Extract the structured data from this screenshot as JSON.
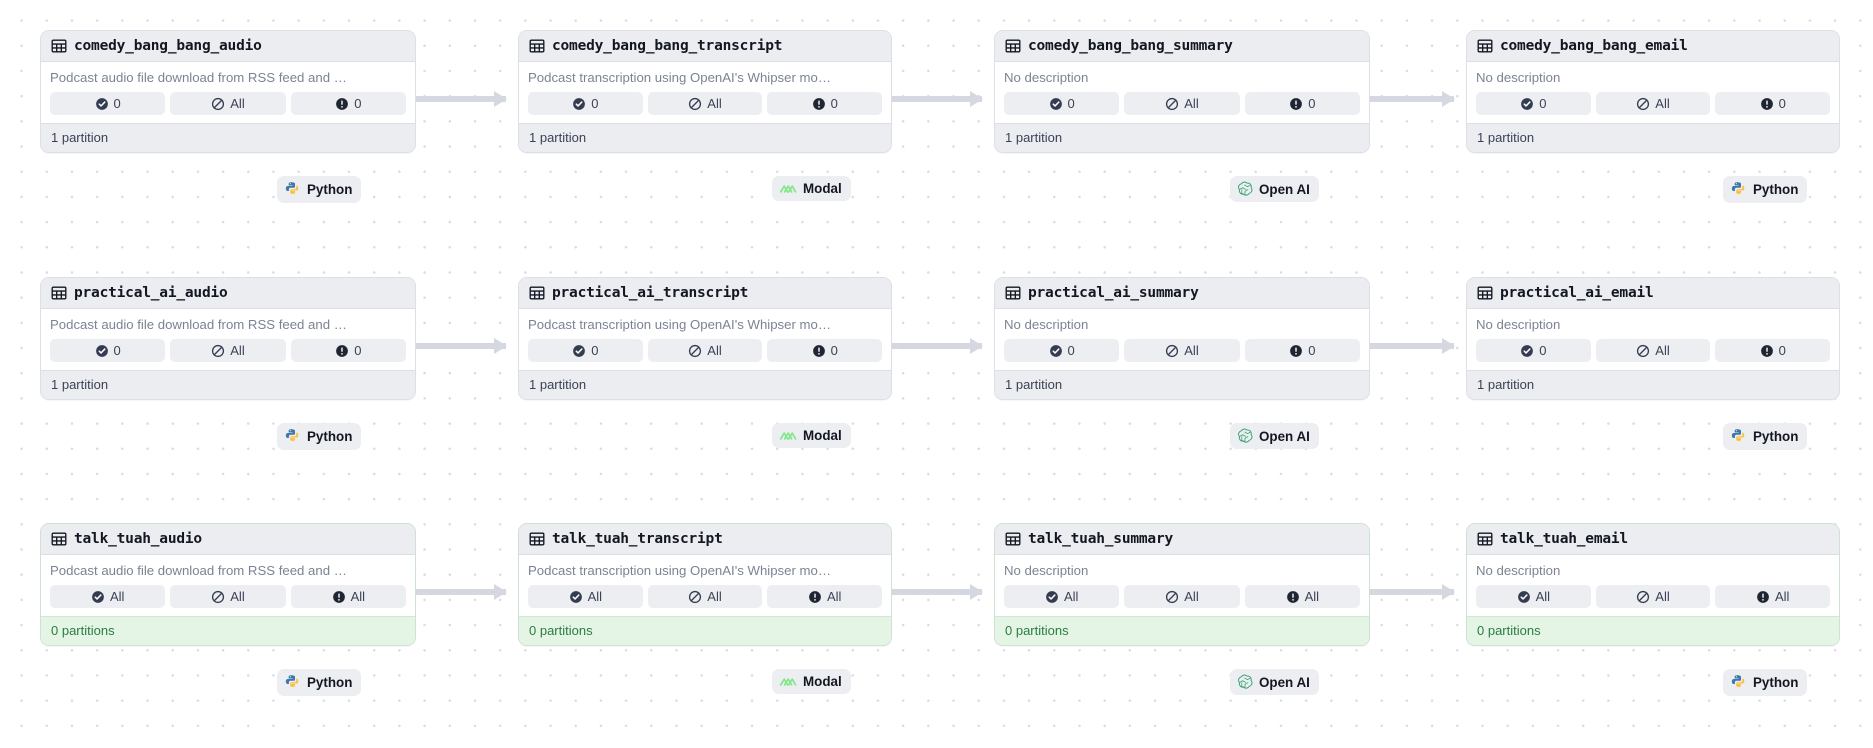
{
  "canvas": {
    "background_color": "#ffffff",
    "grid_dot_color": "#d8dce4",
    "edge_color": "#d5d8e0"
  },
  "descriptions": {
    "audio": "Podcast audio file download from RSS feed and …",
    "transcript": "Podcast transcription using OpenAI's Whipser mo…",
    "none": "No description"
  },
  "icons": {
    "table": "table-icon",
    "check": "check-circle-icon",
    "missing": "slash-circle-icon",
    "alert": "alert-circle-icon"
  },
  "integrations": {
    "python": {
      "label": "Python",
      "icon": "python-logo-icon"
    },
    "modal": {
      "label": "Modal",
      "icon": "modal-logo-icon",
      "color": "#7ee787"
    },
    "openai": {
      "label": "Open AI",
      "icon": "openai-logo-icon",
      "color": "#2e9e6b"
    }
  },
  "assets": [
    {
      "id": "comedy_bang_bang_audio",
      "title": "comedy_bang_bang_audio",
      "description": "Podcast audio file download from RSS feed and …",
      "stats": {
        "checks": "0",
        "freshness": "All",
        "alerts": "0"
      },
      "partitions": "1 partition",
      "empty": false,
      "integration": "Python",
      "row": 0,
      "col": 0
    },
    {
      "id": "comedy_bang_bang_transcript",
      "title": "comedy_bang_bang_transcript",
      "description": "Podcast transcription using OpenAI's Whipser mo…",
      "stats": {
        "checks": "0",
        "freshness": "All",
        "alerts": "0"
      },
      "partitions": "1 partition",
      "empty": false,
      "integration": "Modal",
      "row": 0,
      "col": 1
    },
    {
      "id": "comedy_bang_bang_summary",
      "title": "comedy_bang_bang_summary",
      "description": "No description",
      "stats": {
        "checks": "0",
        "freshness": "All",
        "alerts": "0"
      },
      "partitions": "1 partition",
      "empty": false,
      "integration": "Open AI",
      "row": 0,
      "col": 2
    },
    {
      "id": "comedy_bang_bang_email",
      "title": "comedy_bang_bang_email",
      "description": "No description",
      "stats": {
        "checks": "0",
        "freshness": "All",
        "alerts": "0"
      },
      "partitions": "1 partition",
      "empty": false,
      "integration": "Python",
      "row": 0,
      "col": 3
    },
    {
      "id": "practical_ai_audio",
      "title": "practical_ai_audio",
      "description": "Podcast audio file download from RSS feed and …",
      "stats": {
        "checks": "0",
        "freshness": "All",
        "alerts": "0"
      },
      "partitions": "1 partition",
      "empty": false,
      "integration": "Python",
      "row": 1,
      "col": 0
    },
    {
      "id": "practical_ai_transcript",
      "title": "practical_ai_transcript",
      "description": "Podcast transcription using OpenAI's Whipser mo…",
      "stats": {
        "checks": "0",
        "freshness": "All",
        "alerts": "0"
      },
      "partitions": "1 partition",
      "empty": false,
      "integration": "Modal",
      "row": 1,
      "col": 1
    },
    {
      "id": "practical_ai_summary",
      "title": "practical_ai_summary",
      "description": "No description",
      "stats": {
        "checks": "0",
        "freshness": "All",
        "alerts": "0"
      },
      "partitions": "1 partition",
      "empty": false,
      "integration": "Open AI",
      "row": 1,
      "col": 2
    },
    {
      "id": "practical_ai_email",
      "title": "practical_ai_email",
      "description": "No description",
      "stats": {
        "checks": "0",
        "freshness": "All",
        "alerts": "0"
      },
      "partitions": "1 partition",
      "empty": false,
      "integration": "Python",
      "row": 1,
      "col": 3
    },
    {
      "id": "talk_tuah_audio",
      "title": "talk_tuah_audio",
      "description": "Podcast audio file download from RSS feed and …",
      "stats": {
        "checks": "All",
        "freshness": "All",
        "alerts": "All"
      },
      "partitions": "0 partitions",
      "empty": true,
      "integration": "Python",
      "row": 2,
      "col": 0
    },
    {
      "id": "talk_tuah_transcript",
      "title": "talk_tuah_transcript",
      "description": "Podcast transcription using OpenAI's Whipser mo…",
      "stats": {
        "checks": "All",
        "freshness": "All",
        "alerts": "All"
      },
      "partitions": "0 partitions",
      "empty": true,
      "integration": "Modal",
      "row": 2,
      "col": 1
    },
    {
      "id": "talk_tuah_summary",
      "title": "talk_tuah_summary",
      "description": "No description",
      "stats": {
        "checks": "All",
        "freshness": "All",
        "alerts": "All"
      },
      "partitions": "0 partitions",
      "empty": true,
      "integration": "Open AI",
      "row": 2,
      "col": 2
    },
    {
      "id": "talk_tuah_email",
      "title": "talk_tuah_email",
      "description": "No description",
      "stats": {
        "checks": "All",
        "freshness": "All",
        "alerts": "All"
      },
      "partitions": "0 partitions",
      "empty": true,
      "integration": "Python",
      "row": 2,
      "col": 3
    }
  ]
}
